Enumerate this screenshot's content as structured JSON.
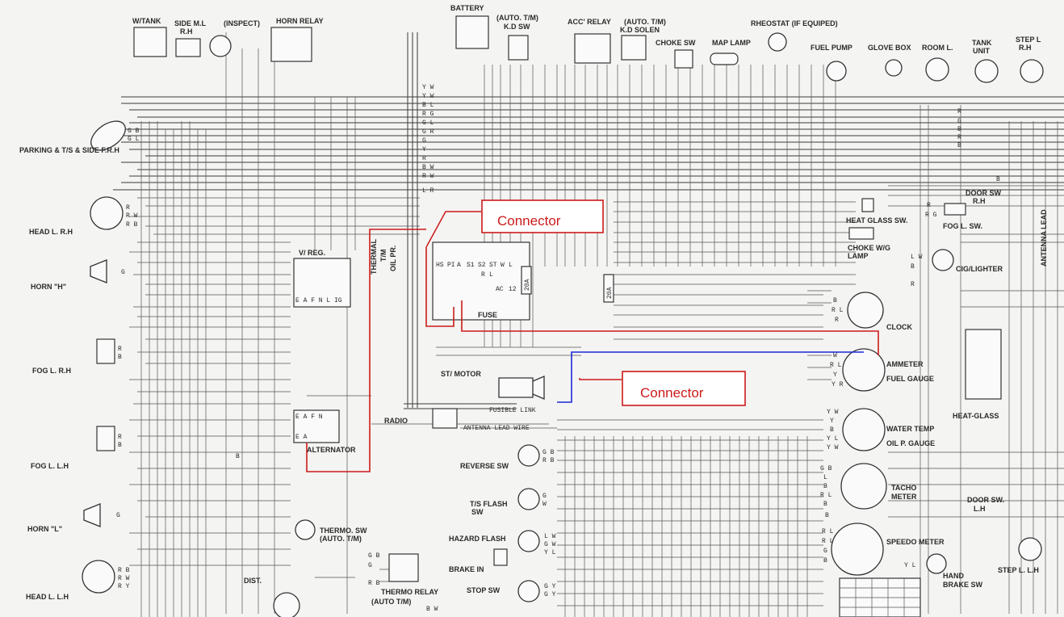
{
  "callouts": {
    "upper": "Connector",
    "lower": "Connector"
  },
  "colors": {
    "background": "#f4f4f2",
    "ink": "#2a2a2a",
    "red_trace": "#cc1a1a",
    "blue_trace": "#1a2ad8"
  },
  "components": {
    "w_tank": "W/TANK",
    "side_ml_rh": "SIDE M.L",
    "side_ml_rh2": "R.H",
    "inspect": "(INSPECT)",
    "horn_relay": "HORN RELAY",
    "battery": "BATTERY",
    "auto_tm_kd_sw": "(AUTO. T/M)",
    "auto_tm_kd_sw2": "K.D SW",
    "acc_relay": "ACC' RELAY",
    "auto_tm_kd_solen": "(AUTO. T/M)",
    "auto_tm_kd_solen2": "K.D SOLEN",
    "choke_sw": "CHOKE SW",
    "map_lamp": "MAP LAMP",
    "rheostat": "RHEOSTAT (IF EQUIPED)",
    "fuel_pump": "FUEL PUMP",
    "glove_box": "GLOVE BOX",
    "room_l": "ROOM L.",
    "tank_unit": "TANK",
    "tank_unit2": "UNIT",
    "step_l_rh": "STEP L",
    "step_l_rh2": "R.H",
    "parking": "PARKING & T/S & SIDE F.R.H",
    "head_l_rh": "HEAD L. R.H",
    "horn_h": "HORN \"H\"",
    "fog_l_rh": "FOG L. R.H",
    "fog_l_lh": "FOG L. L.H",
    "horn_l": "HORN \"L\"",
    "head_l_lh": "HEAD L. L.H",
    "v_reg": "V/ REG.",
    "v_reg_terminals": "E A F N L IG",
    "thermal": "THERMAL",
    "thermal2": "T/M",
    "oil_pr": "OIL PR.",
    "fuse": "FUSE",
    "st_motor": "ST/ MOTOR",
    "fusible_link": "FUSIBLE LINK",
    "radio": "RADIO",
    "antenna_lead_wire": "ANTENNA LEAD WIRE",
    "alternator_terminals": "E A F N",
    "alternator_terminals2": "E A",
    "alternator": "ALTERNATOR",
    "thermo_sw": "THERMO. SW",
    "thermo_sw2": "(AUTO. T/M)",
    "dist": "DIST.",
    "thermo_relay": "THERMO RELAY",
    "thermo_relay2": "(AUTO T/M)",
    "reverse_sw": "REVERSE SW",
    "ts_flash_sw": "T/S FLASH",
    "ts_flash_sw2": "SW",
    "hazard_flash": "HAZARD FLASH",
    "brake_in": "BRAKE IN",
    "stop_sw": "STOP SW",
    "heat_glass_sw": "HEAT GLASS SW.",
    "choke_wg_lamp": "CHOKE W/G",
    "choke_wg_lamp2": "LAMP",
    "fog_l_sw": "FOG L. SW.",
    "door_sw_rh": "DOOR SW",
    "door_sw_rh2": "R.H",
    "cig_lighter": "CIG/LIGHTER",
    "antenna_lead": "ANTENNA LEAD",
    "clock": "CLOCK",
    "ammeter": "AMMETER",
    "fuel_gauge": "FUEL GAUGE",
    "heat_glass": "HEAT-GLASS",
    "water_temp": "WATER TEMP",
    "oil_p_gauge": "OIL P. GAUGE",
    "tacho_meter": "TACHO",
    "tacho_meter2": "METER",
    "door_sw_lh": "DOOR SW.",
    "door_sw_lh2": "L.H",
    "speedo_meter": "SPEEDO METER",
    "hand_brake_sw": "HAND",
    "hand_brake_sw2": "BRAKE SW",
    "step_l_lh": "STEP L. L.H"
  },
  "wire_codes": {
    "battery_bundle": [
      "Y W",
      "Y W",
      "B L",
      "R G",
      "G L",
      "G R",
      "G",
      "Y",
      "R",
      "B W",
      "R W",
      "L R"
    ],
    "parking": [
      "G B",
      "G L"
    ],
    "head_rh": [
      "R",
      "R W",
      "R B"
    ],
    "horn_h": "G",
    "fog_rh": [
      "R",
      "B"
    ],
    "fog_lh": [
      "R",
      "B"
    ],
    "horn_l": "G",
    "head_lh": [
      "R B",
      "R W",
      "R Y"
    ],
    "gy": "G Y",
    "clock": [
      "B",
      "R L",
      "R"
    ],
    "ammeter": [
      "W",
      "R L",
      "Y",
      "Y R"
    ],
    "water_temp": [
      "Y W",
      "Y",
      "B",
      "Y L",
      "Y W"
    ],
    "tacho": [
      "G B",
      "L",
      "B",
      "R L",
      "B"
    ],
    "speedo": [
      "B",
      "R L",
      "R L",
      "G",
      "B"
    ],
    "hand_brake": "Y L",
    "cig_lighter": [
      "L W",
      "B",
      "R"
    ],
    "thermo_sw": [
      "G B",
      "G",
      "R B"
    ],
    "thermo_relay": "B W",
    "reverse": [
      "G B",
      "R B"
    ],
    "ts_flash": [
      "G",
      "W"
    ],
    "hazard": [
      "L W",
      "G W",
      "Y L"
    ],
    "stop": [
      "G Y",
      "G Y"
    ],
    "fuse_block": [
      "HS",
      "PI",
      "A",
      "S1",
      "S2",
      "ST",
      "W",
      "L",
      "R",
      "L",
      "AC",
      "12"
    ],
    "amps": [
      "20A",
      "20A"
    ],
    "step_rh": [
      "R",
      "G",
      "B",
      "R",
      "B"
    ],
    "fog_sw": [
      "R",
      "R G"
    ],
    "alt_b": "B",
    "door_rh_b": "B"
  }
}
